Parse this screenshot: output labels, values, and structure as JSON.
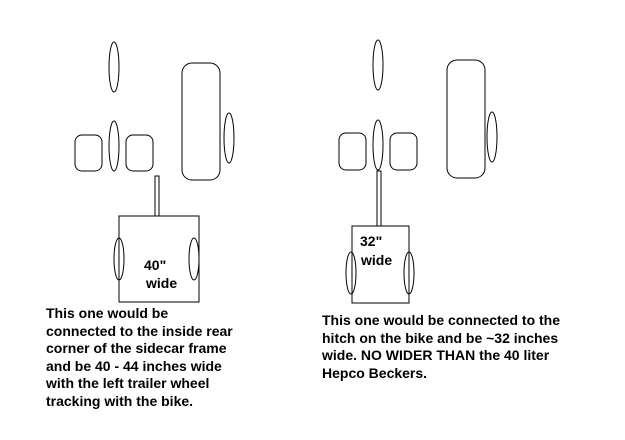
{
  "left_diagram": {
    "width_label_line1": "40\"",
    "width_label_line2": "wide",
    "caption_lines": [
      "This one would be",
      "connected to the inside rear",
      "corner of the sidecar frame",
      "and be 40 - 44 inches wide",
      "with the left trailer wheel",
      "tracking with the bike."
    ]
  },
  "right_diagram": {
    "width_label_line1": "32\"",
    "width_label_line2": "wide",
    "caption_lines": [
      "This one would be connected to the",
      "hitch on the bike and be ~32 inches",
      "wide. NO WIDER THAN the 40 liter",
      "Hepco Beckers."
    ]
  }
}
